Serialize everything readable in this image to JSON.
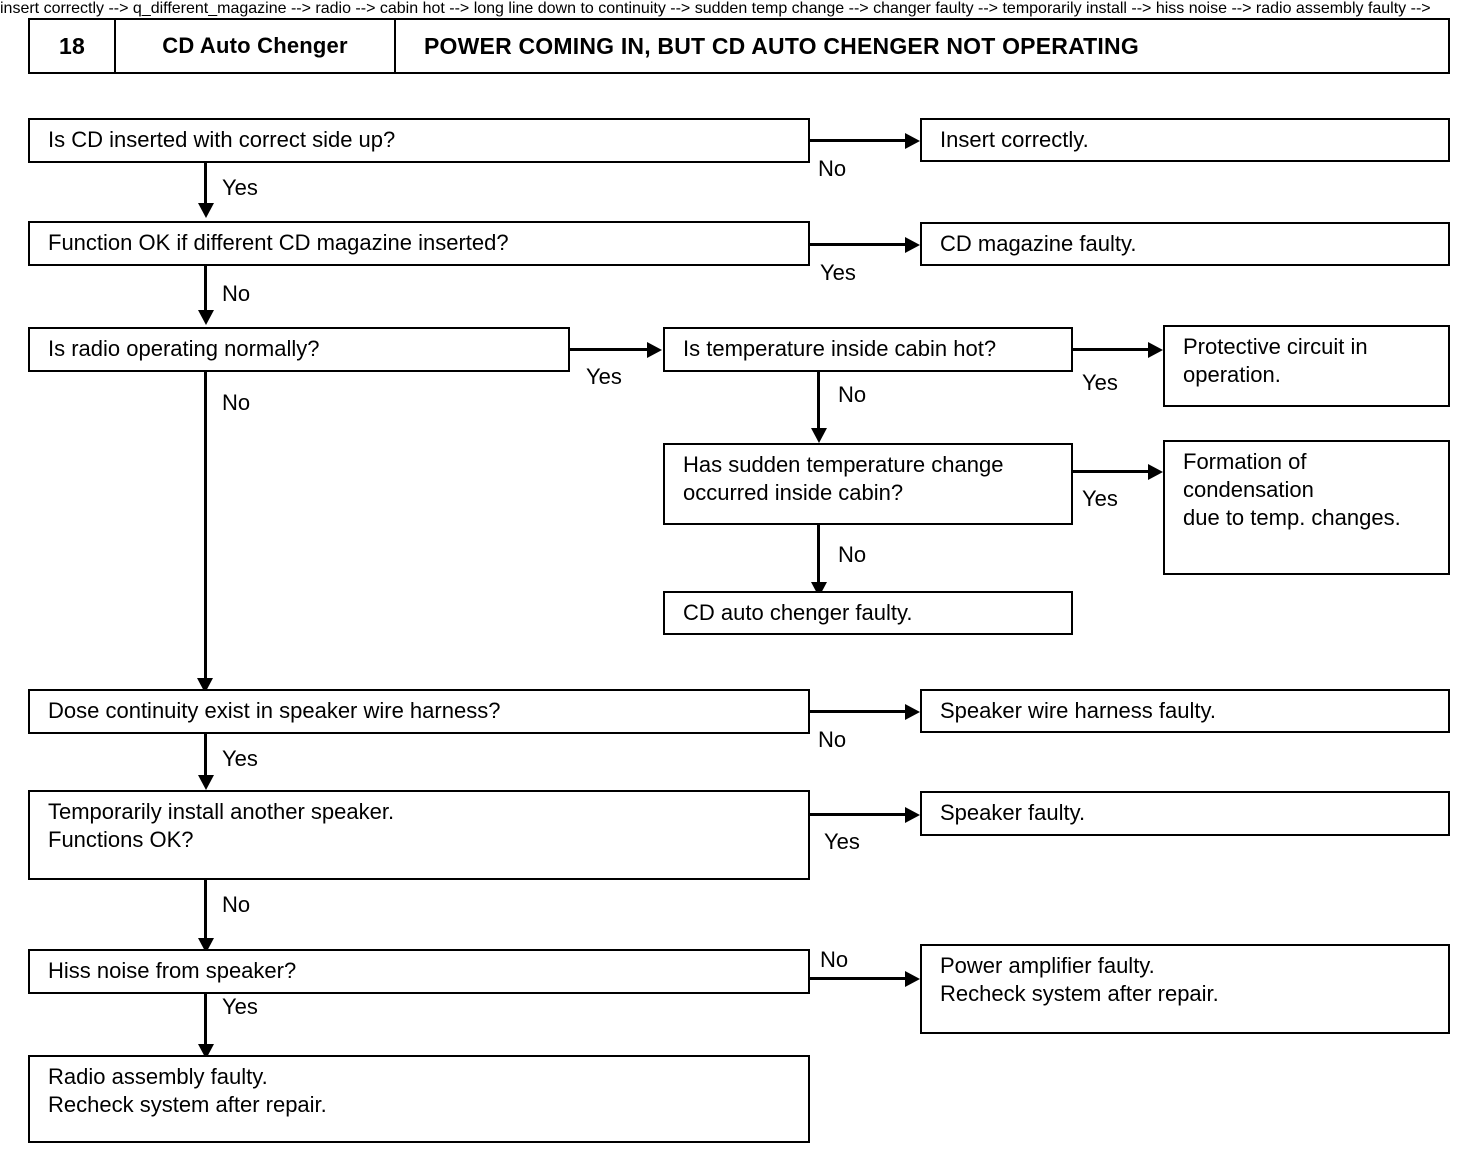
{
  "header": {
    "number": "18",
    "system": "CD Auto Chenger",
    "title": "POWER COMING IN, BUT CD AUTO CHENGER NOT OPERATING"
  },
  "nodes": {
    "q_cd_inserted": "Is CD inserted with correct side up?",
    "r_insert_correctly": "Insert correctly.",
    "q_different_magazine": "Function OK if different CD magazine inserted?",
    "r_magazine_faulty": "CD magazine faulty.",
    "q_radio_normal": "Is radio operating normally?",
    "q_cabin_hot": "Is temperature inside cabin hot?",
    "r_protective_circuit": "Protective circuit in\noperation.",
    "q_sudden_temp_change": "Has sudden temperature change\noccurred inside cabin?",
    "r_condensation": "Formation of\ncondensation\ndue to temp. changes.",
    "r_changer_faulty": "CD auto chenger faulty.",
    "q_speaker_continuity": "Dose continuity exist in speaker wire harness?",
    "r_harness_faulty": "Speaker wire harness faulty.",
    "q_another_speaker": "Temporarily install another speaker.\nFunctions OK?",
    "r_speaker_faulty": "Speaker faulty.",
    "q_hiss_noise": "Hiss noise from speaker?",
    "r_power_amp_faulty": "Power amplifier faulty.\nRecheck system after repair.",
    "r_radio_assembly_faulty": "Radio assembly faulty.\nRecheck system after repair."
  },
  "edges": {
    "cd_inserted_no": "No",
    "cd_inserted_yes": "Yes",
    "magazine_yes": "Yes",
    "magazine_no": "No",
    "radio_yes": "Yes",
    "radio_no": "No",
    "cabin_hot_yes": "Yes",
    "cabin_hot_no": "No",
    "sudden_temp_yes": "Yes",
    "sudden_temp_no": "No",
    "continuity_no": "No",
    "continuity_yes": "Yes",
    "another_speaker_yes": "Yes",
    "another_speaker_no": "No",
    "hiss_no": "No",
    "hiss_yes": "Yes"
  }
}
